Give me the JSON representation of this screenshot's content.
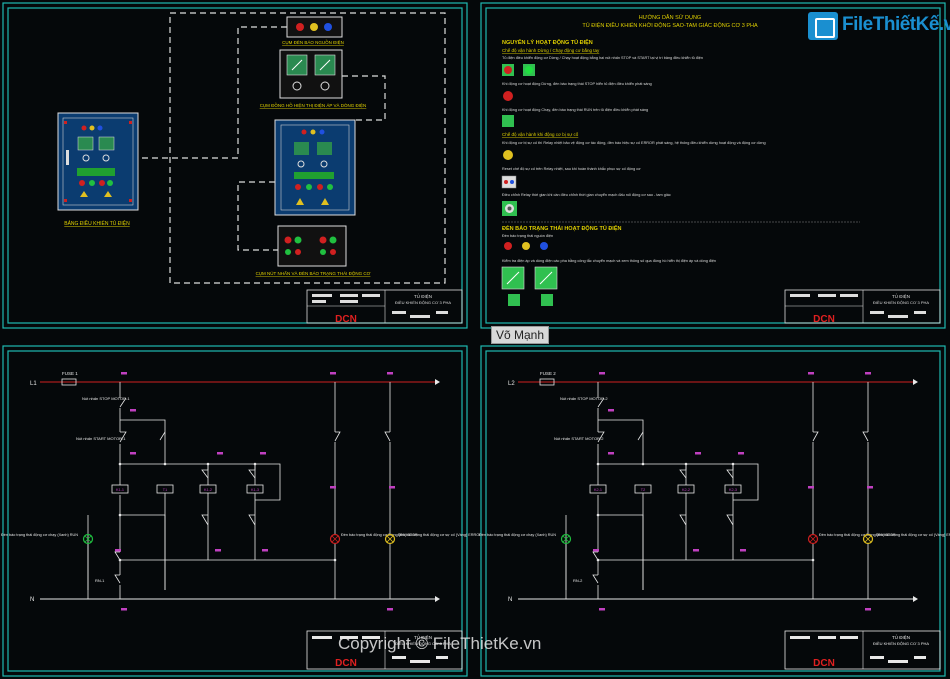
{
  "sheets": {
    "layout": {
      "control_cabinet_label": "BẢNG ĐIỀU KHIỂN TỦ ĐIỆN",
      "cluster_power_lamps": "CỤM ĐÈN BÁO NGUỒN ĐIỆN",
      "cluster_meters": "CỤM ĐỒNG HỒ HIỆN THỊ ĐIỆN ÁP VÀ DÒNG ĐIỆN",
      "cluster_buttons": "CỤM NÚT NHẤN VÀ ĐÈN BÁO TRẠNG THÁI ĐỘNG CƠ",
      "title_block": {
        "title": "TỦ ĐIỆN",
        "subtitle": "ĐIỀU KHIỂN ĐỘNG CƠ 3 PHA",
        "brand": "DCN"
      }
    },
    "guide": {
      "heading1": "HƯỚNG DẪN SỬ DỤNG",
      "heading2": "TỦ ĐIỆN ĐIỀU KHIỂN KHỞI ĐỘNG SAO-TAM GIÁC ĐỘNG CƠ 3 PHA",
      "section1": "NGUYÊN LÝ HOẠT ĐỘNG TỦ ĐIỆN",
      "sub1": "Chế độ vận hành Dừng / Chạy động cơ bằng tay",
      "line1": "Tủ điện điều khiển động cơ Dừng / Chạy hoạt động bằng hai nút nhấn STOP và START tại vị trí bảng điều khiển tủ điện",
      "line2": "Khi động cơ hoạt động Dừng, đèn báo trạng thái STOP hiển tủ điện điều khiển phát sáng",
      "line3": "Khi động cơ hoạt động Chạy, đèn báo trạng thái RUN trên tủ điện điều khiển phát sáng",
      "sub2": "Chế độ vận hành khi động cơ bị sự cố",
      "line4": "Khi động cơ bị sự cố thì Relay nhiệt bảo vệ động cơ tác động, đèn báo hiệu sự cố ERROR phát sáng, hệ thống điều khiển dừng hoạt động và động cơ dừng",
      "line5": "Reset chế độ sự cố trên Relay nhiệt, sau khi hoàn thành khắc phục sự cố động cơ",
      "line6": "Điều chỉnh Relay thời gian khi cần điều chỉnh thời gian chuyển mạch đấu nối động cơ sao - tam giác",
      "section2": "ĐÈN BÁO TRẠNG THÁI HOẠT ĐỘNG TỦ ĐIỆN",
      "line7": "Đèn báo trạng thái nguồn điện",
      "line8": "Kiểm tra điện áp và dòng điện các pha bằng công tắc chuyển mạch và xem thông số qua đồng hồ hiển thị điện áp và dòng điện",
      "title_block": {
        "title": "TỦ ĐIỆN",
        "subtitle": "ĐIỀU KHIỂN ĐỘNG CƠ 3 PHA",
        "brand": "DCN"
      }
    },
    "circuit1": {
      "phase": "L1",
      "neutral": "N",
      "fuse": "FUSE 1",
      "stop_btn": "Nút nhấn STOP MOTOR-1",
      "start_btn": "Nút nhấn START MOTOR-1",
      "lamp_run": "Đèn báo trạng thái động cơ chạy (Xanh) RUN",
      "lamp_stop": "Đèn báo trạng thái động cơ Dừng (Đỏ) STOP",
      "lamp_error": "Đèn báo trạng thái động cơ sự cố (Vàng) ERROR",
      "relay": "RN-1",
      "coils": [
        "K1-1",
        "T1",
        "K1-2",
        "K1-3"
      ],
      "title_block": {
        "title": "TỦ ĐIỆN",
        "subtitle": "ĐIỀU KHIỂN ĐỘNG CƠ 3 PHA",
        "brand": "DCN"
      }
    },
    "circuit2": {
      "phase": "L2",
      "neutral": "N",
      "fuse": "FUSE 2",
      "stop_btn": "Nút nhấn STOP MOTOR-2",
      "start_btn": "Nút nhấn START MOTOR-2",
      "lamp_run": "Đèn báo trạng thái động cơ chạy (Xanh) RUN",
      "lamp_stop": "Đèn báo trạng thái động cơ Dừng (Đỏ) STOP",
      "lamp_error": "Đèn báo trạng thái động cơ sự cố (Vàng) ERROR",
      "relay": "RN-2",
      "coils": [
        "K2-1",
        "T2",
        "K2-2",
        "K2-3"
      ],
      "title_block": {
        "title": "TỦ ĐIỆN",
        "subtitle": "ĐIỀU KHIỂN ĐỘNG CƠ 3 PHA",
        "brand": "DCN"
      }
    }
  },
  "watermark": {
    "logo": "FileThiếtKế.vn",
    "author": "Võ Mạnh",
    "copyright": "Copyright © FileThietKe.vn"
  },
  "colors": {
    "frame": "#1fb8b0",
    "line": "#e8e8e8",
    "phase": "#d02020",
    "magenta": "#c040c0",
    "green": "#20c040",
    "brand_red": "#e02020"
  }
}
